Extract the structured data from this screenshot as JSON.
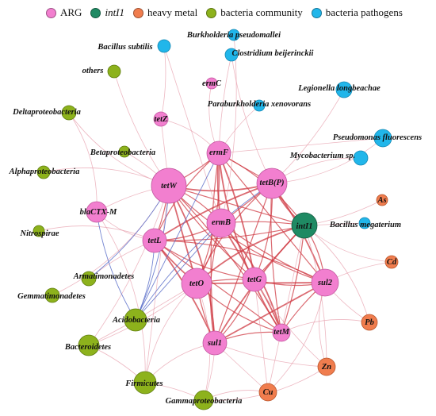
{
  "legend": [
    {
      "key": "ARG",
      "label": "ARG",
      "color": "#f27fcf",
      "italic": false
    },
    {
      "key": "intI1",
      "label": "intI1",
      "color": "#1f8a63",
      "italic": true
    },
    {
      "key": "metal",
      "label": "heavy metal",
      "color": "#f07d4e",
      "italic": false
    },
    {
      "key": "community",
      "label": "bacteria community",
      "color": "#8db21c",
      "italic": false
    },
    {
      "key": "pathogen",
      "label": "bacteria pathogens",
      "color": "#21b6ea",
      "italic": false
    }
  ],
  "nodes": [
    {
      "id": "ermF",
      "label": "ermF",
      "type": "ARG"
    },
    {
      "id": "tetW",
      "label": "tetW",
      "type": "ARG"
    },
    {
      "id": "tetBP",
      "label": "tetB(P)",
      "type": "ARG"
    },
    {
      "id": "ermB",
      "label": "ermB",
      "type": "ARG"
    },
    {
      "id": "tetL",
      "label": "tetL",
      "type": "ARG"
    },
    {
      "id": "tetO",
      "label": "tetO",
      "type": "ARG"
    },
    {
      "id": "tetG",
      "label": "tetG",
      "type": "ARG"
    },
    {
      "id": "sul2",
      "label": "sul2",
      "type": "ARG"
    },
    {
      "id": "sul1",
      "label": "sul1",
      "type": "ARG"
    },
    {
      "id": "tetM",
      "label": "tetM",
      "type": "ARG"
    },
    {
      "id": "blaCTXM",
      "label": "blaCTX-M",
      "type": "ARG"
    },
    {
      "id": "tetZ",
      "label": "tetZ",
      "type": "ARG"
    },
    {
      "id": "ermC",
      "label": "ermC",
      "type": "ARG"
    },
    {
      "id": "intI1",
      "label": "intI1",
      "type": "intI1"
    },
    {
      "id": "As",
      "label": "As",
      "type": "metal"
    },
    {
      "id": "Cd",
      "label": "Cd",
      "type": "metal"
    },
    {
      "id": "Pb",
      "label": "Pb",
      "type": "metal"
    },
    {
      "id": "Zn",
      "label": "Zn",
      "type": "metal"
    },
    {
      "id": "Cu",
      "label": "Cu",
      "type": "metal"
    },
    {
      "id": "others",
      "label": "others",
      "type": "community"
    },
    {
      "id": "Deltaproteobacteria",
      "label": "Deltaproteobacteria",
      "type": "community"
    },
    {
      "id": "Betaproteobacteria",
      "label": "Betaproteobacteria",
      "type": "community"
    },
    {
      "id": "Alphaproteobacteria",
      "label": "Alphaproteobacteria",
      "type": "community"
    },
    {
      "id": "Nitrospirae",
      "label": "Nitrospirae",
      "type": "community"
    },
    {
      "id": "Armatimonadetes",
      "label": "Armatimonadetes",
      "type": "community"
    },
    {
      "id": "Gemmatimonadetes",
      "label": "Gemmatimonadetes",
      "type": "community"
    },
    {
      "id": "Acidobacteria",
      "label": "Acidobacteria",
      "type": "community"
    },
    {
      "id": "Bacteroidetes",
      "label": "Bacteroidetes",
      "type": "community"
    },
    {
      "id": "Firmicutes",
      "label": "Firmicutes",
      "type": "community"
    },
    {
      "id": "Gammaproteobacteria",
      "label": "Gammaproteobacteria",
      "type": "community"
    },
    {
      "id": "Burkholderia",
      "label": "Burkholderia pseudomallei",
      "type": "pathogen"
    },
    {
      "id": "Bsubtilis",
      "label": "Bacillus subtilis",
      "type": "pathogen"
    },
    {
      "id": "Clostridium",
      "label": "Clostridium beijerinckii",
      "type": "pathogen"
    },
    {
      "id": "Legionella",
      "label": "Legionella longbeachae",
      "type": "pathogen"
    },
    {
      "id": "Paraburkholderia",
      "label": "Paraburkholderia xenovorans",
      "type": "pathogen"
    },
    {
      "id": "Pseudomonas",
      "label": "Pseudomonas fluorescens",
      "type": "pathogen"
    },
    {
      "id": "Mycobacterium",
      "label": "Mycobacterium sp.",
      "type": "pathogen"
    },
    {
      "id": "Bmegaterium",
      "label": "Bacillus megaterium",
      "type": "pathogen"
    }
  ]
}
